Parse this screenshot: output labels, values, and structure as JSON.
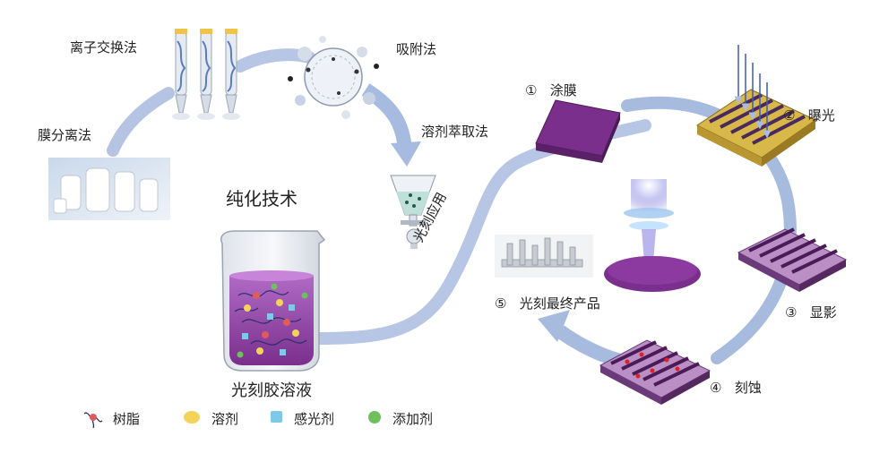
{
  "purification": {
    "title": "纯化技术",
    "methods": {
      "ion_exchange": "离子交换法",
      "adsorption": "吸附法",
      "solvent_extraction": "溶剂萃取法",
      "membrane_separation": "膜分离法"
    }
  },
  "solution_label": "光刻胶溶液",
  "application_label": "光刻应用",
  "process_steps": [
    {
      "num": "①",
      "label": "涂膜"
    },
    {
      "num": "②",
      "label": "曝光"
    },
    {
      "num": "③",
      "label": "显影"
    },
    {
      "num": "④",
      "label": "刻蚀"
    },
    {
      "num": "⑤",
      "label": "光刻最终产品"
    }
  ],
  "legend": [
    {
      "label": "树脂",
      "icon": "resin-icon",
      "color": "#d9534f"
    },
    {
      "label": "溶剂",
      "icon": "solvent-dot-icon",
      "color": "#f3d35a"
    },
    {
      "label": "感光剂",
      "icon": "photosensitizer-dot-icon",
      "color": "#7ec8e8"
    },
    {
      "label": "添加剂",
      "icon": "additive-dot-icon",
      "color": "#6fbf5a"
    }
  ],
  "colors": {
    "flow_arrow": "#a9bde0",
    "resist_purple": "#7a2f8c",
    "mask_gold": "#d9b84a"
  }
}
